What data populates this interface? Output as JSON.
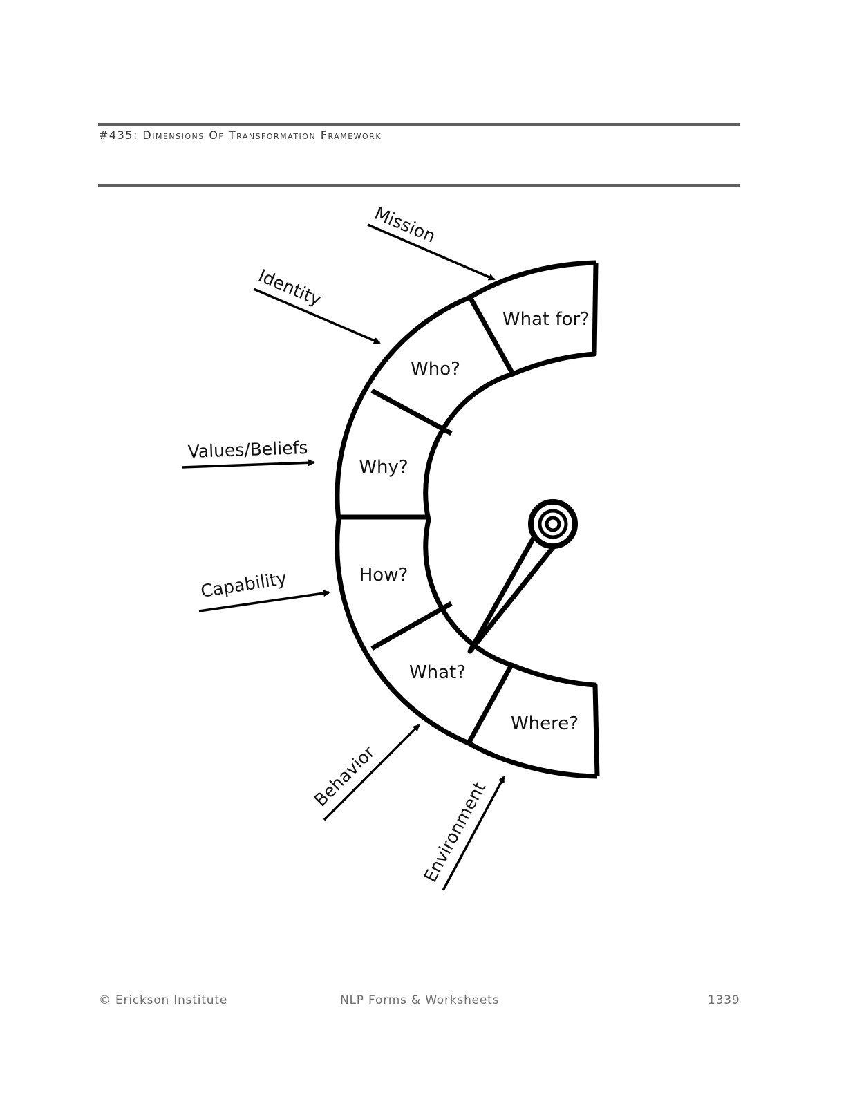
{
  "header": {
    "title": "#435: Dimensions Of Transformation Framework"
  },
  "diagram": {
    "segments": [
      {
        "question": "What for?",
        "level": "Mission"
      },
      {
        "question": "Who?",
        "level": "Identity"
      },
      {
        "question": "Why?",
        "level": "Values/Beliefs"
      },
      {
        "question": "How?",
        "level": "Capability"
      },
      {
        "question": "What?",
        "level": "Behavior"
      },
      {
        "question": "Where?",
        "level": "Environment"
      }
    ],
    "needle_icon": "dial-needle"
  },
  "footer": {
    "copyright": "© Erickson Institute",
    "book": "NLP Forms & Worksheets",
    "page_number": "1339"
  }
}
